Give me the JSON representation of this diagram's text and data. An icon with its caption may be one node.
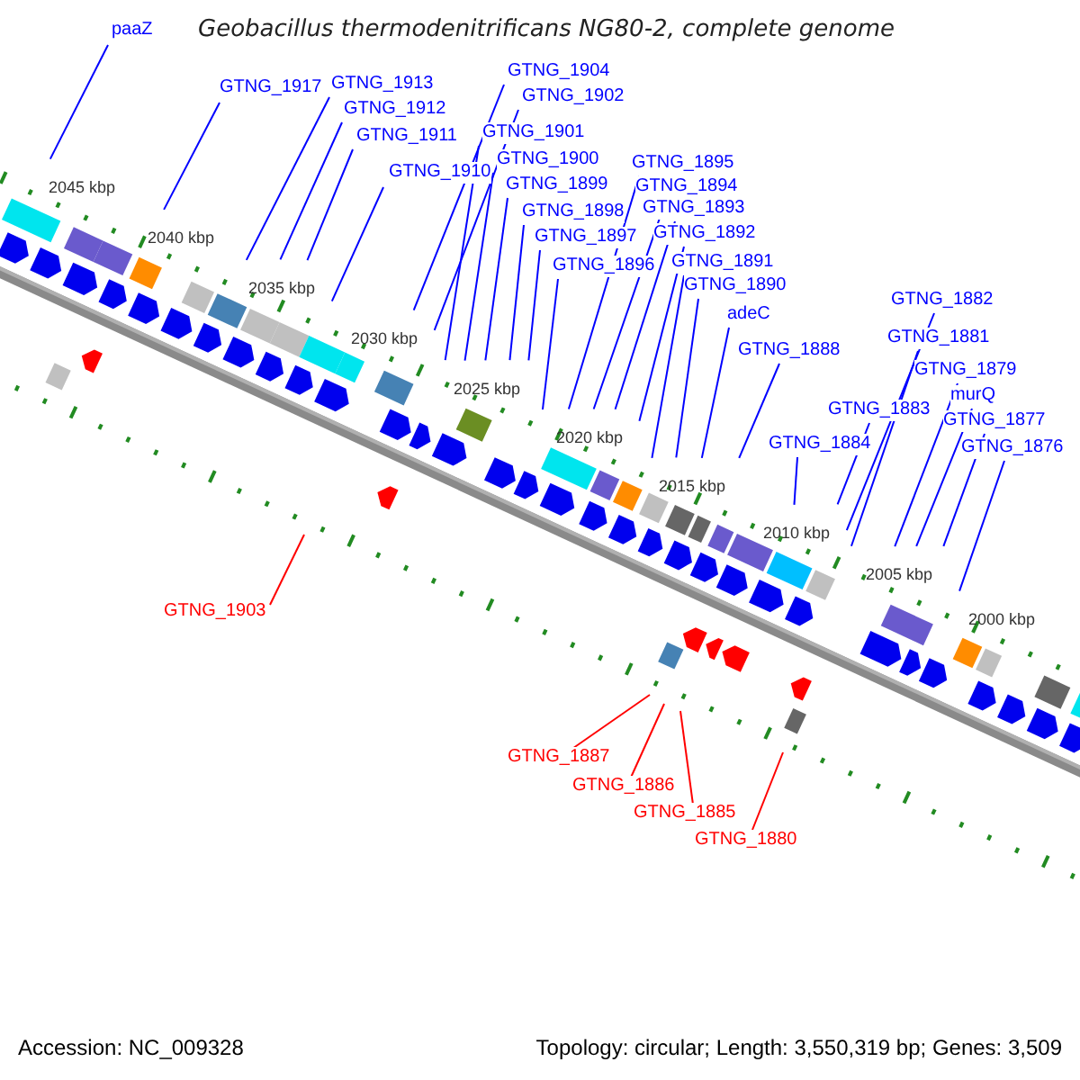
{
  "diagram": {
    "title": "Geobacillus thermodenitrificans NG80-2, complete genome",
    "nodes": [
      {
        "text": [
          "paaZ"
        ]
      },
      {
        "text": [
          "GTNG_1917"
        ]
      },
      {
        "text": [
          "GTNG_1913"
        ]
      },
      {
        "text": [
          "GTNG_1912"
        ]
      },
      {
        "text": [
          "GTNG_1911"
        ]
      },
      {
        "text": [
          "GTNG_1910"
        ]
      },
      {
        "text": [
          "GTNG_1904"
        ]
      },
      {
        "text": [
          "GTNG_1902"
        ]
      },
      {
        "text": [
          "GTNG_1901"
        ]
      },
      {
        "text": [
          "GTNG_1900"
        ]
      },
      {
        "text": [
          "GTNG_1899"
        ]
      },
      {
        "text": [
          "GTNG_1898"
        ]
      },
      {
        "text": [
          "GTNG_1897"
        ]
      },
      {
        "text": [
          "GTNG_1896"
        ]
      },
      {
        "text": [
          "GTNG_1895"
        ]
      },
      {
        "text": [
          "GTNG_1894"
        ]
      },
      {
        "text": [
          "GTNG_1893"
        ]
      },
      {
        "text": [
          "GTNG_1892"
        ]
      },
      {
        "text": [
          "GTNG_1891"
        ]
      },
      {
        "text": [
          "GTNG_1890"
        ]
      },
      {
        "text": [
          "adeC"
        ]
      },
      {
        "text": [
          "GTNG_1888"
        ]
      },
      {
        "text": [
          "GTNG_1884"
        ]
      },
      {
        "text": [
          "GTNG_1883"
        ]
      },
      {
        "text": [
          "GTNG_1882"
        ]
      },
      {
        "text": [
          "GTNG_1881"
        ]
      },
      {
        "text": [
          "GTNG_1879"
        ]
      },
      {
        "text": [
          "murQ"
        ]
      },
      {
        "text": [
          "GTNG_1877"
        ]
      },
      {
        "text": [
          "GTNG_1876"
        ]
      },
      {
        "text": [
          "GTNG_1903"
        ]
      },
      {
        "text": [
          "GTNG_1887"
        ]
      },
      {
        "text": [
          "GTNG_1886"
        ]
      },
      {
        "text": [
          "GTNG_1885"
        ]
      },
      {
        "text": [
          "GTNG_1880"
        ]
      }
    ],
    "edges": [
      {
        "from": 0,
        "to": null,
        "arrow": "none"
      },
      {
        "from": 1,
        "to": null,
        "arrow": "none"
      },
      {
        "from": 2,
        "to": null,
        "arrow": "none"
      },
      {
        "from": 3,
        "to": null,
        "arrow": "none"
      },
      {
        "from": 4,
        "to": null,
        "arrow": "none"
      },
      {
        "from": 5,
        "to": null,
        "arrow": "none"
      },
      {
        "from": 6,
        "to": null,
        "arrow": "none"
      },
      {
        "from": 7,
        "to": null,
        "arrow": "none"
      },
      {
        "from": 8,
        "to": null,
        "arrow": "none"
      },
      {
        "from": 9,
        "to": null,
        "arrow": "none"
      },
      {
        "from": 10,
        "to": null,
        "arrow": "none"
      },
      {
        "from": 11,
        "to": null,
        "arrow": "none"
      },
      {
        "from": 12,
        "to": null,
        "arrow": "none"
      },
      {
        "from": 13,
        "to": null,
        "arrow": "none"
      },
      {
        "from": 14,
        "to": null,
        "arrow": "none"
      },
      {
        "from": 15,
        "to": null,
        "arrow": "none"
      },
      {
        "from": 16,
        "to": null,
        "arrow": "none"
      },
      {
        "from": 17,
        "to": null,
        "arrow": "none"
      },
      {
        "from": 18,
        "to": null,
        "arrow": "none"
      },
      {
        "from": 19,
        "to": null,
        "arrow": "none"
      },
      {
        "from": 20,
        "to": null,
        "arrow": "none"
      },
      {
        "from": 21,
        "to": null,
        "arrow": "none"
      },
      {
        "from": 22,
        "to": null,
        "arrow": "none"
      },
      {
        "from": 23,
        "to": null,
        "arrow": "none"
      },
      {
        "from": 24,
        "to": null,
        "arrow": "none"
      },
      {
        "from": 25,
        "to": null,
        "arrow": "none"
      },
      {
        "from": 26,
        "to": null,
        "arrow": "none"
      },
      {
        "from": 27,
        "to": null,
        "arrow": "none"
      },
      {
        "from": 28,
        "to": null,
        "arrow": "none"
      },
      {
        "from": 29,
        "to": null,
        "arrow": "none"
      },
      {
        "from": 30,
        "to": null,
        "arrow": "none",
        "color": "#ff0000"
      },
      {
        "from": 31,
        "to": null,
        "arrow": "none",
        "color": "#ff0000"
      },
      {
        "from": 32,
        "to": null,
        "arrow": "none",
        "color": "#ff0000"
      },
      {
        "from": 33,
        "to": null,
        "arrow": "none",
        "color": "#ff0000"
      },
      {
        "from": 34,
        "to": null,
        "arrow": "none",
        "color": "#ff0000"
      }
    ],
    "labels": [
      "2045 kbp",
      "2040 kbp",
      "2035 kbp",
      "2030 kbp",
      "2025 kbp",
      "2020 kbp",
      "2015 kbp",
      "2010 kbp",
      "2005 kbp",
      "2000 kbp",
      "Accession: NC_009328",
      "Topology: circular; Length: 3,550,319 bp; Genes: 3,509"
    ]
  }
}
